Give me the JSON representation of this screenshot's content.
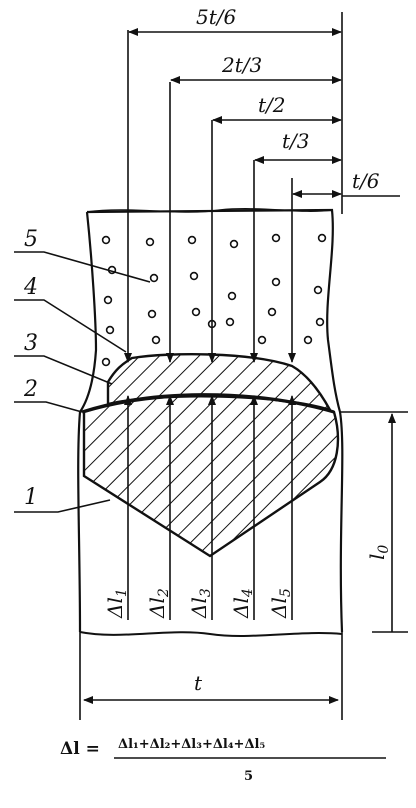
{
  "dimensions": {
    "d1": "5t/6",
    "d2": "2t/3",
    "d3": "t/2",
    "d4": "t/3",
    "d5": "t/6",
    "width": "t",
    "height": "l",
    "height_sub": "0"
  },
  "callouts": [
    "5",
    "4",
    "3",
    "2",
    "1"
  ],
  "deltas": [
    {
      "label": "Δl",
      "sub": "1"
    },
    {
      "label": "Δl",
      "sub": "2"
    },
    {
      "label": "Δl",
      "sub": "3"
    },
    {
      "label": "Δl",
      "sub": "4"
    },
    {
      "label": "Δl",
      "sub": "5"
    }
  ],
  "formula": {
    "lhs": "Δl =",
    "numerator": "Δl₁+Δl₂+Δl₃+Δl₄+Δl₅",
    "denominator": "5"
  },
  "colors": {
    "ink": "#111111",
    "paper": "#ffffff"
  }
}
